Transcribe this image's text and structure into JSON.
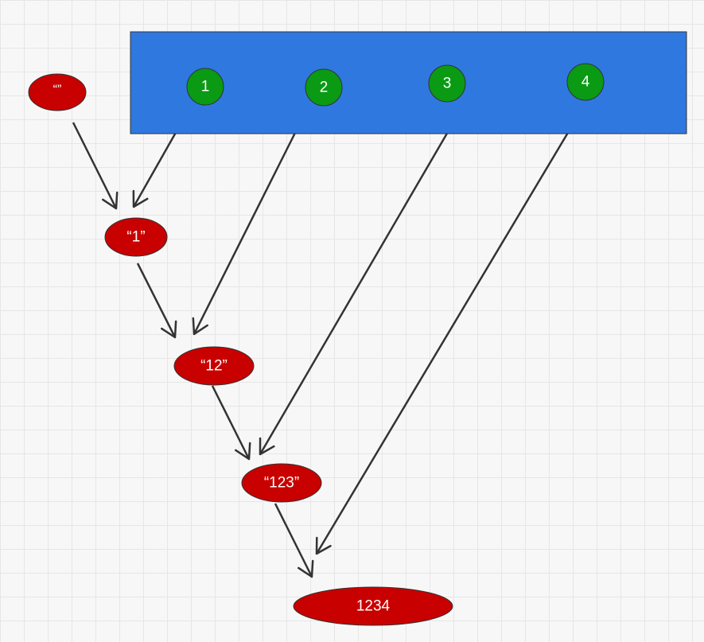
{
  "colors": {
    "container_fill": "#2f78e0",
    "container_stroke": "#333333",
    "digit_fill": "#0a9a14",
    "digit_stroke": "#333333",
    "string_fill": "#c80000",
    "string_stroke": "#333333",
    "arrow": "#333333"
  },
  "digits": [
    {
      "id": "d1",
      "label": "1"
    },
    {
      "id": "d2",
      "label": "2"
    },
    {
      "id": "d3",
      "label": "3"
    },
    {
      "id": "d4",
      "label": "4"
    }
  ],
  "strings": [
    {
      "id": "s0",
      "label": "“”"
    },
    {
      "id": "s1",
      "label": "“1”"
    },
    {
      "id": "s2",
      "label": "“12”"
    },
    {
      "id": "s3",
      "label": "“123”"
    },
    {
      "id": "s4",
      "label": "1234"
    }
  ],
  "edges": [
    {
      "from": "s0",
      "to": "s1"
    },
    {
      "from": "d1",
      "to": "s1"
    },
    {
      "from": "s1",
      "to": "s2"
    },
    {
      "from": "d2",
      "to": "s2"
    },
    {
      "from": "s2",
      "to": "s3"
    },
    {
      "from": "d3",
      "to": "s3"
    },
    {
      "from": "s3",
      "to": "s4"
    },
    {
      "from": "d4",
      "to": "s4"
    }
  ]
}
